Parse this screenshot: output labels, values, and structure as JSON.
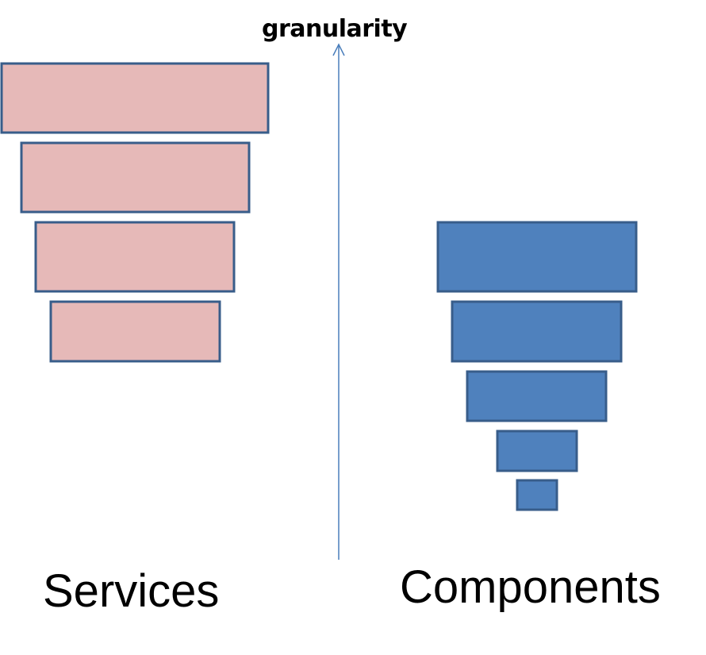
{
  "axis": {
    "label": "granularity"
  },
  "groups": {
    "services": {
      "label": "Services",
      "fill": "#e6b9b8",
      "stroke": "#385d8a",
      "layer_count": 4
    },
    "components": {
      "label": "Components",
      "fill": "#4f81bd",
      "stroke": "#385d8a",
      "layer_count": 5
    }
  },
  "colors": {
    "axis": "#4a7ebb",
    "text": "#000000",
    "background": "#ffffff"
  }
}
